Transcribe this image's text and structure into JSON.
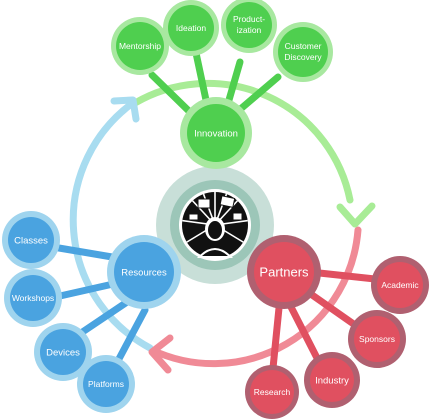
{
  "center": {
    "icon": "person-with-devices-icon"
  },
  "hubs": {
    "innovation": {
      "label": "Innovation",
      "color": "#4fcf4f",
      "ring": "#a8e8a0"
    },
    "partners": {
      "label": "Partners",
      "color": "#e05060",
      "ring": "#b06070"
    },
    "resources": {
      "label": "Resources",
      "color": "#4aa3e0",
      "ring": "#9fd4ee"
    }
  },
  "innovation_items": [
    {
      "label": "Mentorship"
    },
    {
      "label": "Ideation"
    },
    {
      "label_line1": "Product-",
      "label_line2": "ization"
    },
    {
      "label_line1": "Customer",
      "label_line2": "Discovery"
    }
  ],
  "partner_items": [
    {
      "label": "Academic"
    },
    {
      "label": "Sponsors"
    },
    {
      "label": "Industry"
    },
    {
      "label": "Research"
    }
  ],
  "resource_items": [
    {
      "label": "Classes"
    },
    {
      "label": "Workshops"
    },
    {
      "label": "Devices"
    },
    {
      "label": "Platforms"
    }
  ],
  "colors": {
    "cycle_green": "#a8ec96",
    "cycle_red": "#f08a96",
    "cycle_blue": "#a8dcf0",
    "center_halo": "#c8dfd8",
    "center_ring": "#9cc6b8"
  }
}
